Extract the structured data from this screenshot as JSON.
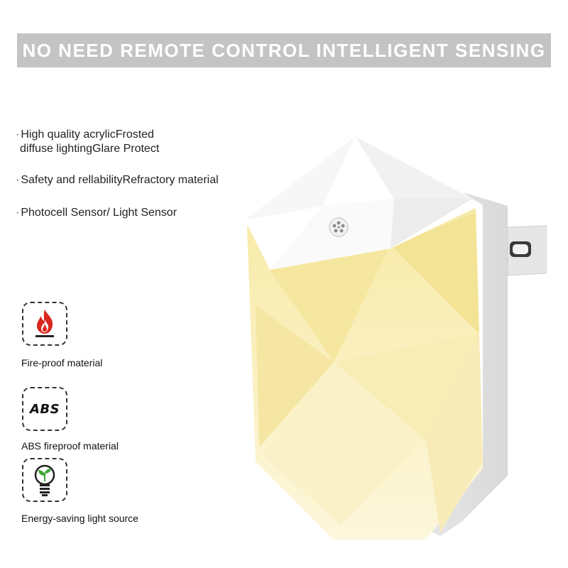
{
  "banner": {
    "text": "NO NEED REMOTE CONTROL INTELLIGENT SENSING"
  },
  "features": [
    {
      "bullet": "·",
      "lines": [
        "High quality acrylicFrosted",
        "diffuse lightingGlare Protect"
      ]
    },
    {
      "bullet": "·",
      "lines": [
        "Safety and rellabilityRefractory material"
      ]
    },
    {
      "bullet": "·",
      "lines": [
        "Photocell Sensor/ Light Sensor"
      ]
    }
  ],
  "badges": [
    {
      "icon": "flame-icon",
      "caption": "Fire-proof material"
    },
    {
      "icon": "abs-icon",
      "label": "ABS",
      "caption": "ABS fireproof material"
    },
    {
      "icon": "eco-bulb-icon",
      "caption": "Energy-saving light source"
    }
  ],
  "colors": {
    "banner": "#c4c4c4",
    "flame": "#d9261c",
    "leaf": "#3fa535",
    "glow": "#f7eaa6"
  }
}
